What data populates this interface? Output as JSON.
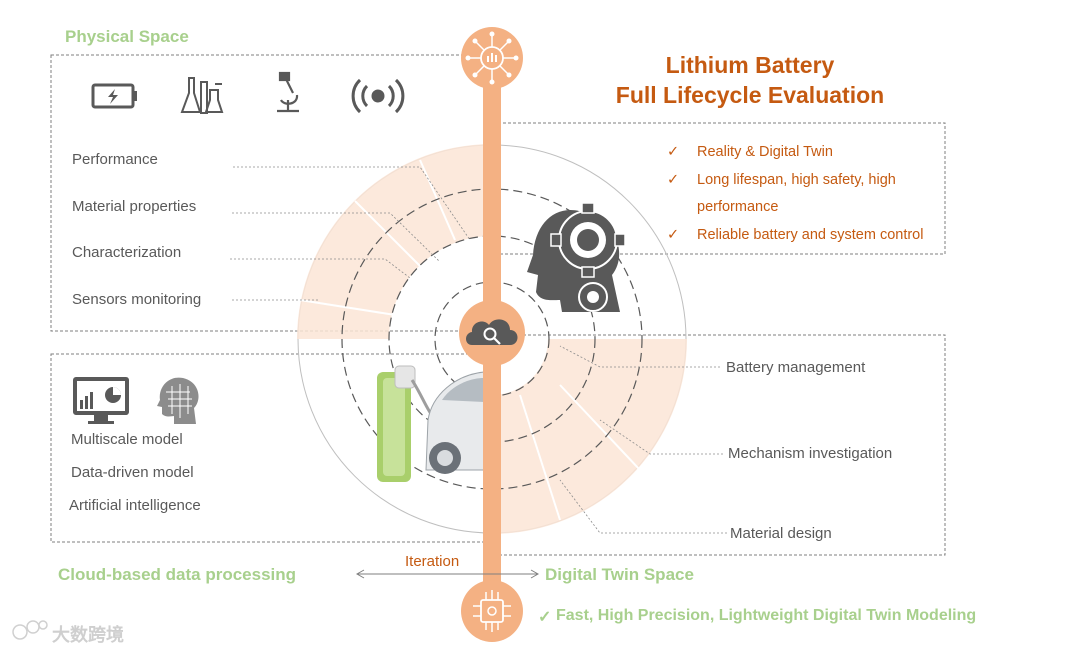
{
  "physical": {
    "title": "Physical Space",
    "items": [
      "Performance",
      "Material properties",
      "Characterization",
      "Sensors monitoring"
    ],
    "icons": [
      "battery-icon",
      "lab-flasks-icon",
      "microscope-icon",
      "signal-broadcast-icon"
    ]
  },
  "headline": {
    "line1": "Lithium Battery",
    "line2": "Full Lifecycle Evaluation",
    "color": "#c55a11"
  },
  "benefits": [
    {
      "mark": "✓",
      "text": "Reality & Digital Twin"
    },
    {
      "mark": "✓",
      "text": "Long lifespan, high safety, high"
    },
    {
      "mark": "",
      "text": "performance"
    },
    {
      "mark": "✓",
      "text": "Reliable battery and system control"
    }
  ],
  "models": {
    "items": [
      "Multiscale model",
      "Data-driven model",
      "Artificial intelligence"
    ],
    "icons": [
      "analytics-monitor-icon",
      "ai-head-icon"
    ]
  },
  "applications": [
    "Battery management",
    "Mechanism investigation",
    "Material design"
  ],
  "footer": {
    "cloud": "Cloud-based data processing",
    "iteration": "Iteration",
    "twin": "Digital Twin Space",
    "modeling_mark": "✓",
    "modeling": "Fast, High Precision, Lightweight  Digital Twin Modeling"
  },
  "watermark": "大数跨境",
  "colors": {
    "green": "#a8d08d",
    "orange": "#f4b183",
    "text_gray": "#595959",
    "ring_fill": "#fbe5d6"
  }
}
